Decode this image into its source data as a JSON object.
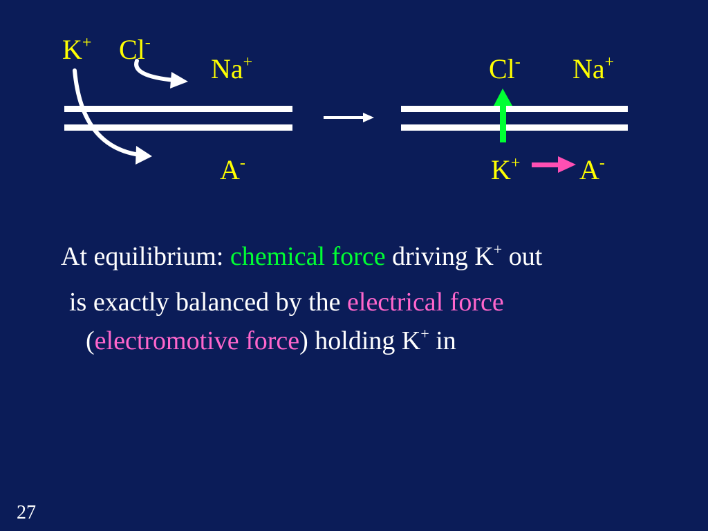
{
  "colors": {
    "background": "#0b1c58",
    "ion_label": "#ffff00",
    "body_text": "#ffffff",
    "chemical": "#00ff33",
    "electrical": "#ff66cc",
    "membrane": "#ffffff",
    "green_arrow": "#00ff33",
    "pink_arrow": "#ff4fb3"
  },
  "left_panel": {
    "k": {
      "base": "K",
      "sup": "+"
    },
    "cl": {
      "base": "Cl",
      "sup": "-"
    },
    "na": {
      "base": "Na",
      "sup": "+"
    },
    "a": {
      "base": "A",
      "sup": "-"
    }
  },
  "right_panel": {
    "cl": {
      "base": "Cl",
      "sup": "-"
    },
    "na": {
      "base": "Na",
      "sup": "+"
    },
    "k": {
      "base": "K",
      "sup": "+"
    },
    "a": {
      "base": "A",
      "sup": "-"
    }
  },
  "text": {
    "line1": {
      "prefix": "At equilibrium: ",
      "highlight": "chemical force",
      "middle": " driving K",
      "sup": "+",
      "suffix": " out"
    },
    "line2": {
      "prefix": "is exactly balanced by the ",
      "highlight": "electrical force"
    },
    "line3": {
      "open": "(",
      "highlight": "electromotive force",
      "middle": ") holding K",
      "sup": "+",
      "suffix": " in"
    }
  },
  "page_number": "27",
  "icons": [
    "curved-arrow-icon",
    "right-arrow-icon",
    "up-arrow-icon"
  ]
}
